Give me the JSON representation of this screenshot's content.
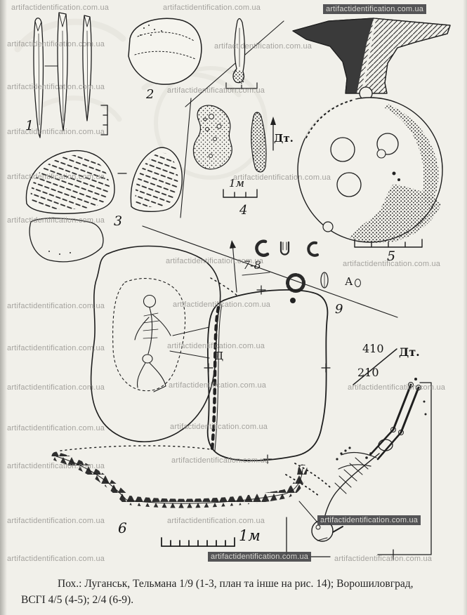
{
  "watermark": {
    "text": "artifactidentification.com.ua"
  },
  "figure_labels": {
    "n1": "1",
    "n2": "2",
    "n3": "3",
    "n4": "4",
    "n5": "5",
    "n6": "6",
    "n78": "7-8",
    "n9": "9",
    "dt_upper": "Дт.",
    "dt_lower": "Дт.",
    "depth_top": "410",
    "depth_bottom": "210",
    "d_mark": "Д",
    "a_mark": "А",
    "scale_mid": "1м",
    "scale_bottom": "1м"
  },
  "caption": {
    "line1": "Пох.: Луганськ, Тельмана 1/9 (1-3, план та інше на рис. 14); Ворошиловград,",
    "line2": "ВСГІ 4/5  (4-5);  2/4 (6-9)."
  }
}
